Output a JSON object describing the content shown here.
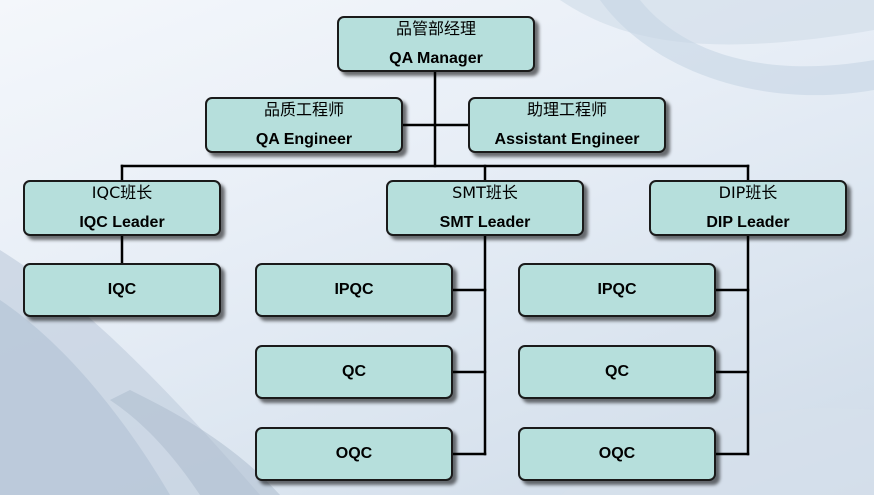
{
  "nodes": {
    "qa_manager": {
      "zh": "品管部经理",
      "en": "QA Manager"
    },
    "qa_engineer": {
      "zh": "品质工程师",
      "en": "QA Engineer"
    },
    "assistant_engineer": {
      "zh": "助理工程师",
      "en": "Assistant Engineer"
    },
    "iqc_leader": {
      "zh": "IQC班长",
      "en": "IQC Leader"
    },
    "smt_leader": {
      "zh": "SMT班长",
      "en": "SMT Leader"
    },
    "dip_leader": {
      "zh": "DIP班长",
      "en": "DIP Leader"
    },
    "iqc": {
      "label": "IQC"
    },
    "smt_ipqc": {
      "label": "IPQC"
    },
    "smt_qc": {
      "label": "QC"
    },
    "smt_oqc": {
      "label": "OQC"
    },
    "dip_ipqc": {
      "label": "IPQC"
    },
    "dip_qc": {
      "label": "QC"
    },
    "dip_oqc": {
      "label": "OQC"
    }
  },
  "colors": {
    "box_fill": "#b6dfdc",
    "box_border": "#1a1a1a",
    "connector": "#000000"
  }
}
